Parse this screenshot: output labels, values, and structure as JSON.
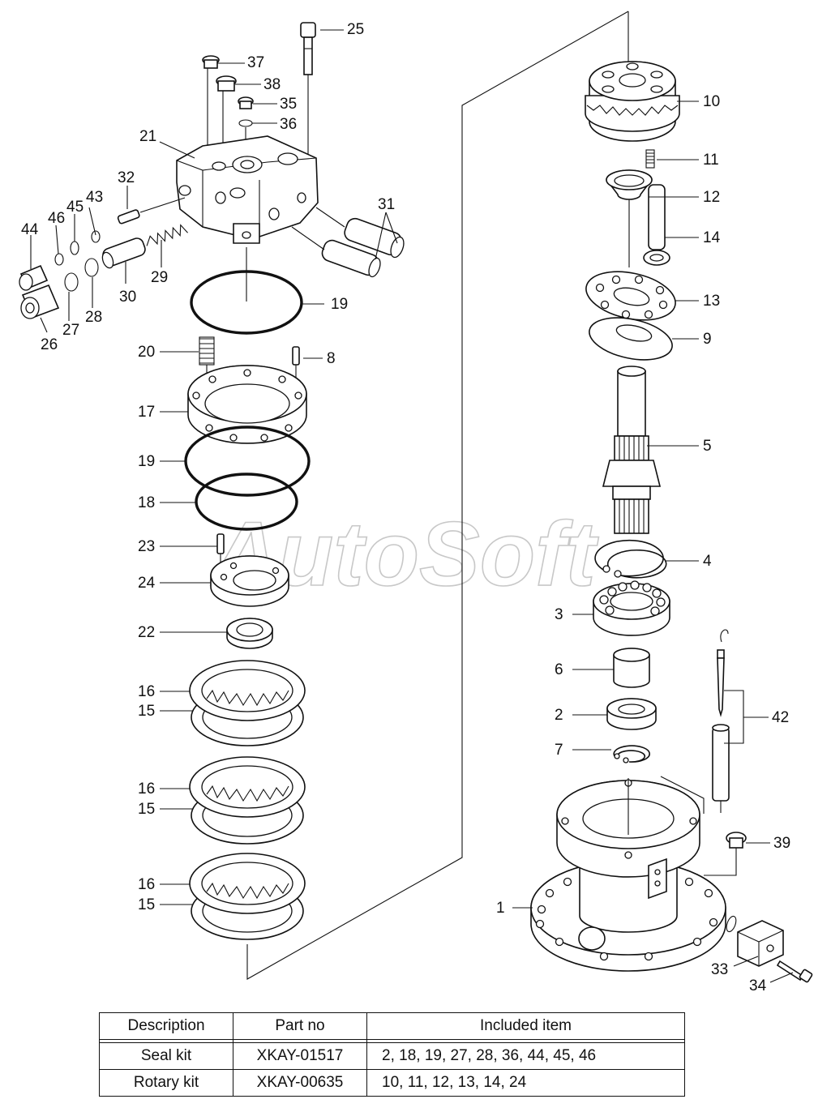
{
  "watermark": "AutoSoft",
  "callouts": [
    "1",
    "2",
    "3",
    "4",
    "5",
    "6",
    "7",
    "8",
    "9",
    "10",
    "11",
    "12",
    "13",
    "14",
    "15",
    "16",
    "17",
    "18",
    "19",
    "20",
    "21",
    "22",
    "23",
    "24",
    "25",
    "26",
    "27",
    "28",
    "29",
    "30",
    "31",
    "32",
    "33",
    "34",
    "35",
    "36",
    "37",
    "38",
    "39",
    "42",
    "43",
    "44",
    "45",
    "46"
  ],
  "kit_table": {
    "headers": [
      "Description",
      "Part no",
      "Included item"
    ],
    "rows": [
      {
        "description": "Seal kit",
        "part_no": "XKAY-01517",
        "included": "2, 18, 19, 27, 28, 36, 44, 45, 46"
      },
      {
        "description": "Rotary kit",
        "part_no": "XKAY-00635",
        "included": "10, 11, 12, 13, 14, 24"
      }
    ]
  }
}
